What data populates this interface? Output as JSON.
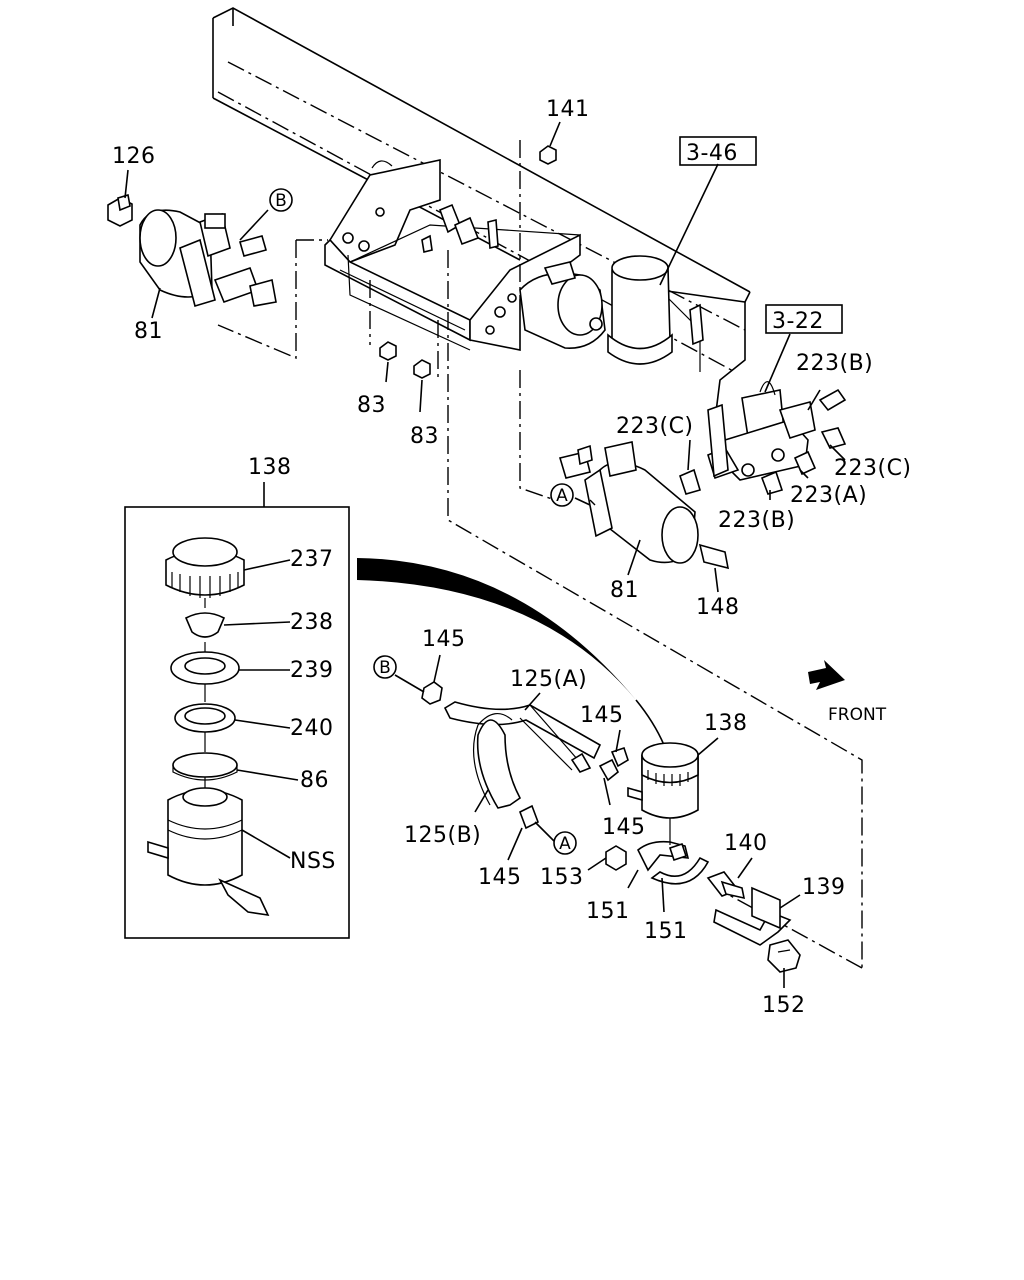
{
  "labels": {
    "p126": "126",
    "p81a": "81",
    "p141": "141",
    "ref346": "3-46",
    "ref322": "3-22",
    "p83a": "83",
    "p83b": "83",
    "p223b_1": "223(B)",
    "p223c_1": "223(C)",
    "p223c_2": "223(C)",
    "p223a": "223(A)",
    "p223b_2": "223(B)",
    "p81b": "81",
    "p148": "148",
    "p138_box": "138",
    "p237": "237",
    "p238": "238",
    "p239": "239",
    "p240": "240",
    "p86": "86",
    "nss": "NSS",
    "p145_1": "145",
    "p125a": "125(A)",
    "p145_2": "145",
    "p138": "138",
    "front": "FRONT",
    "p125b": "125(B)",
    "p145_3": "145",
    "p145_4": "145",
    "p153": "153",
    "p140": "140",
    "p139": "139",
    "p151_1": "151",
    "p151_2": "151",
    "p152": "152"
  },
  "markers": {
    "b_top": "B",
    "b_hose": "B",
    "a_pump": "A",
    "a_hose": "A"
  }
}
